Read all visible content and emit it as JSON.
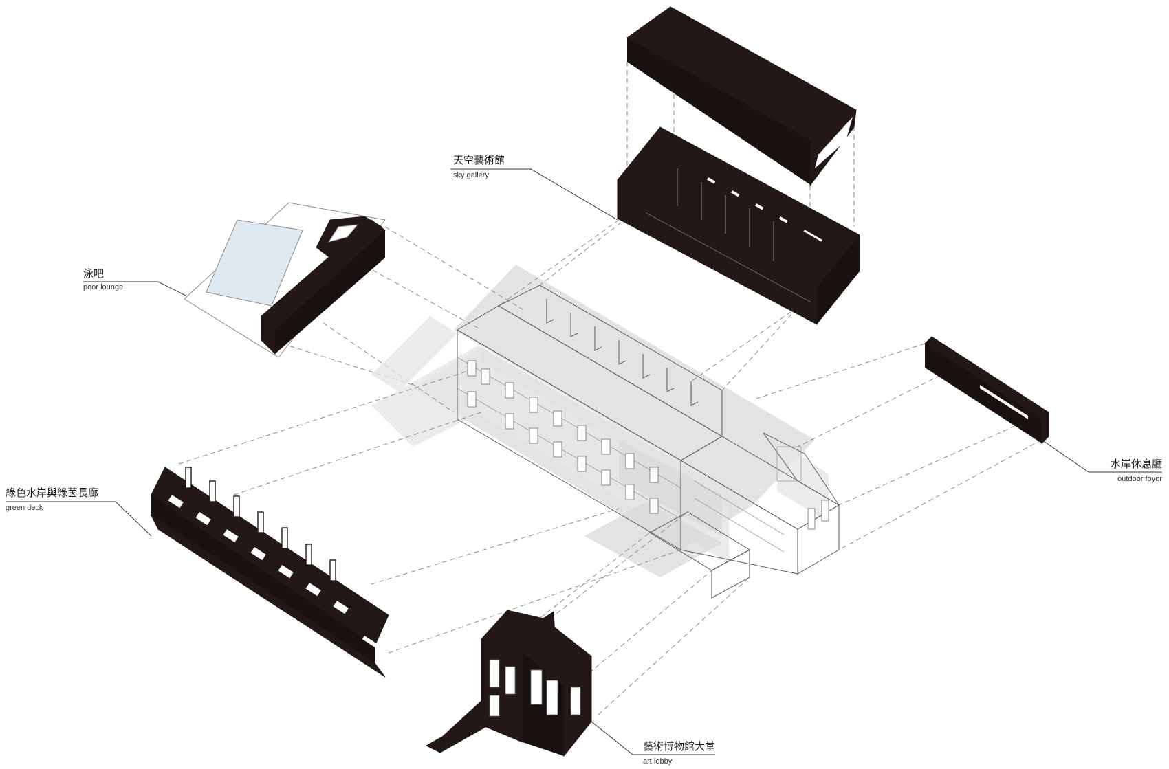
{
  "labels": {
    "sky_gallery": {
      "zh": "天空藝術館",
      "en": "sky gallery"
    },
    "pool_lounge": {
      "zh": "泳吧",
      "en": "poor lounge"
    },
    "green_deck": {
      "zh": "綠色水岸與綠茵長廊",
      "en": "green deck"
    },
    "outdoor_foyer": {
      "zh": "水岸休息廳",
      "en": "outdoor foyor"
    },
    "art_lobby": {
      "zh": "藝術博物館大堂",
      "en": "art lobby"
    }
  },
  "colors": {
    "solid_volume": "#231816",
    "ghost_volume": "#d9d9d9",
    "pool_water": "#dfe9f2",
    "dashed_projection": "#8a8a8a"
  }
}
